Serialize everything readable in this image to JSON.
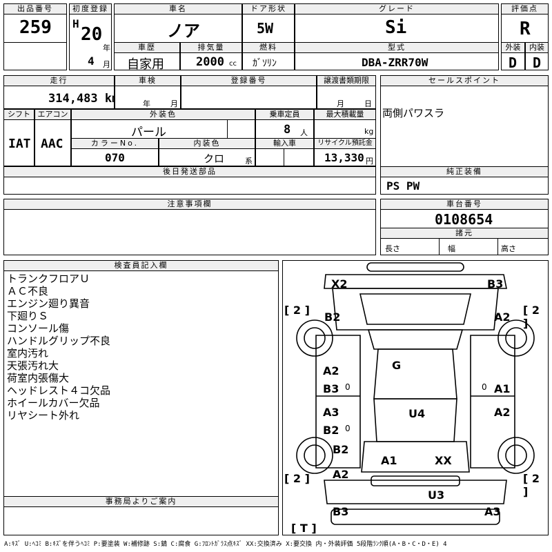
{
  "header": {
    "lot_no_label": "出品番号",
    "lot_no": "259",
    "first_reg_label": "初度登録",
    "era": "H",
    "year": "20",
    "year_unit": "年",
    "month": "4",
    "month_unit": "月",
    "car_name_label": "車名",
    "car_name": "ノア",
    "door_label": "ドア形状",
    "door": "5W",
    "grade_label": "グレード",
    "grade": "Si",
    "score_label": "評価点",
    "score": "R",
    "history_label": "車歴",
    "history": "自家用",
    "displacement_label": "排気量",
    "displacement": "2000",
    "displacement_unit": "cc",
    "fuel_label": "燃料",
    "fuel": "ｶﾞｿﾘﾝ",
    "model_label": "型式",
    "model": "DBA-ZRR70W",
    "exterior_label": "外装",
    "exterior": "D",
    "interior_label": "内装",
    "interior": "D"
  },
  "row2": {
    "mileage_label": "走行",
    "mileage": "314,483 km",
    "inspection_label": "車検",
    "inspection_year": "年",
    "inspection_month": "月",
    "reg_no_label": "登録番号",
    "transfer_label": "譲渡書類期限",
    "transfer_month": "月",
    "transfer_day": "日",
    "sales_point_label": "セールスポイント",
    "sales_point": "両側パワスラ",
    "shift_label": "シフト",
    "shift": "IAT",
    "ac_label": "エアコン",
    "ac": "AAC",
    "color_label": "外装色",
    "color": "パール",
    "capacity_label": "乗車定員",
    "capacity": "8",
    "capacity_unit": "人",
    "max_load_label": "最大積載量",
    "max_load_unit": "kg",
    "color_no_label": "カラーNo.",
    "color_no": "070",
    "int_color_label": "内装色",
    "int_color": "クロ",
    "int_color_unit": "系",
    "import_label": "輸入車",
    "recycle_label": "リサイクル預託金",
    "recycle": "13,330",
    "recycle_unit": "円",
    "later_parts_label": "後日発送部品",
    "equipment_label": "純正装備",
    "equipment": "PS PW",
    "caution_label": "注意事項欄",
    "chassis_label": "車台番号",
    "chassis": "0108654",
    "spec_label": "諸元",
    "length_label": "長さ",
    "width_label": "幅",
    "height_label": "高さ"
  },
  "inspector": {
    "title": "検査員記入欄",
    "notes": [
      "トランクフロアＵ",
      "ＡＣ不良",
      "エンジン廻り異音",
      "下廻りＳ",
      "コンソール傷",
      "ハンドルグリップ不良",
      "室内汚れ",
      "天張汚れ大",
      "荷室内張傷大",
      "ヘッドレスト４コ欠品",
      "ホイールカバー欠品",
      "リヤシート外れ"
    ]
  },
  "office": {
    "title": "事務局よりご案内"
  },
  "diagram": {
    "x2": "X2",
    "b3_tr": "B3",
    "b2_fl": "B2",
    "a2_fr": "A2",
    "g": "G",
    "a2_l1": "A2",
    "b3_l": "B3",
    "a1_r": "A1",
    "a3_l": "A3",
    "u4": "U4",
    "a2_r": "A2",
    "b2_l2": "B2",
    "b2_rl": "B2",
    "a1_b": "A1",
    "xx": "XX",
    "a2_rl": "A2",
    "u3": "U3",
    "b3_bl": "B3",
    "a3_br": "A3",
    "zero": "0",
    "tl": "[ 2 ]",
    "tr": "[ 2 ]",
    "bl": "[ 2 ]",
    "br": "[ 2 ]",
    "t": "[ T ]"
  },
  "legend": "A:ｷｽﾞ U:ﾍｺﾐ B:ｷｽﾞを伴うﾍｺﾐ P:要塗装 W:補修跡 S:錆 C:腐食 G:ﾌﾛﾝﾄｶﾞﾗｽ点ｷｽﾞ XX:交換済み X:要交換 内・外装評価 5段階ﾗﾝｸ順(A・B・C・D・E) 4"
}
